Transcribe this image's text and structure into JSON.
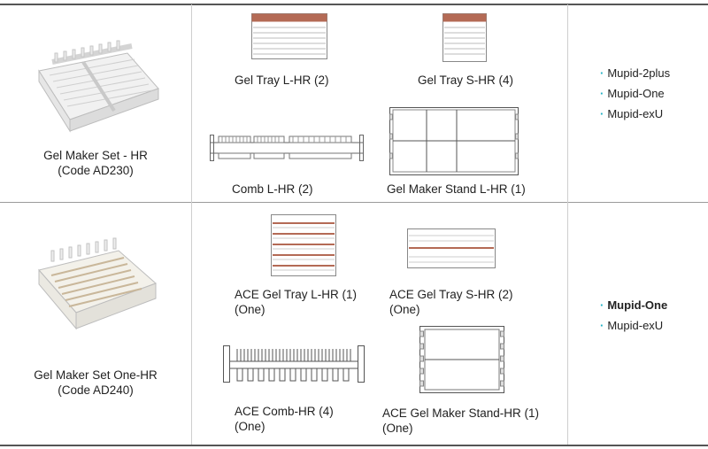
{
  "rows": [
    {
      "set_name": "Gel Maker Set - HR",
      "set_code": "(Code AD230)",
      "parts": {
        "tray_l": "Gel Tray L-HR (2)",
        "tray_s": "Gel Tray S-HR (4)",
        "comb": "Comb L-HR (2)",
        "stand": "Gel Maker Stand L-HR (1)"
      },
      "compat": [
        "Mupid-2plus",
        "Mupid-One",
        "Mupid-exU"
      ]
    },
    {
      "set_name": "Gel Maker Set One-HR",
      "set_code": "(Code AD240)",
      "parts": {
        "tray_l": "ACE Gel Tray L-HR (1)",
        "tray_l_note": "(One)",
        "tray_s": "ACE Gel Tray S-HR (2)",
        "tray_s_note": "(One)",
        "comb": "ACE Comb-HR (4)",
        "comb_note": "(One)",
        "stand": "ACE Gel Maker Stand-HR (1)",
        "stand_note": "(One)"
      },
      "compat": [
        "Mupid-One",
        "Mupid-exU"
      ]
    }
  ],
  "colors": {
    "bullet": "#1cb0c4",
    "tray_band": "#b46a55",
    "line": "#555555"
  }
}
